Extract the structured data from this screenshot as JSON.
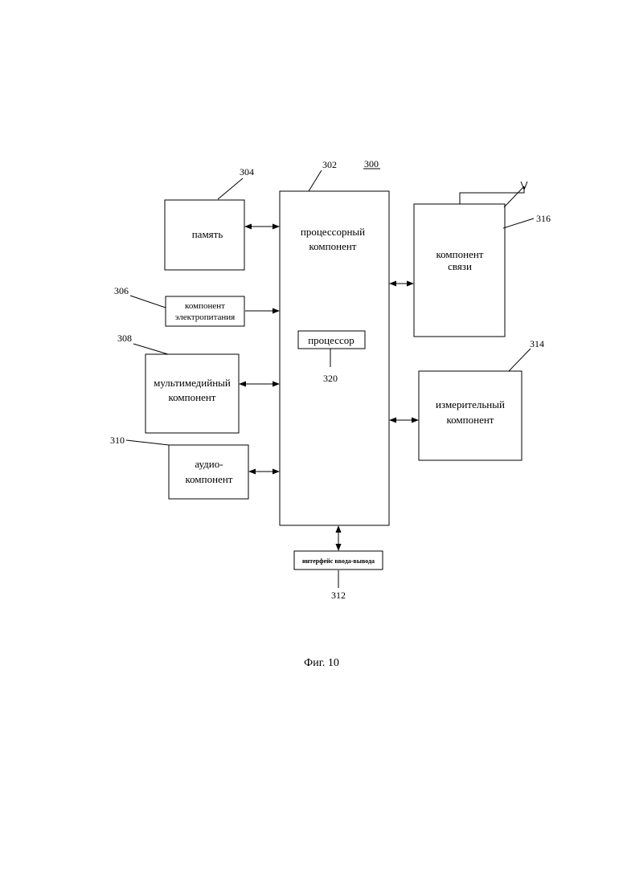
{
  "figure": {
    "ref_main": "300",
    "caption": "Фиг. 10"
  },
  "blocks": {
    "memory": {
      "label": "память",
      "ref": "304"
    },
    "processing": {
      "label_1": "процессорный",
      "label_2": "компонент",
      "ref": "302"
    },
    "processor": {
      "label": "процессор",
      "ref": "320"
    },
    "power": {
      "label_1": "компонент",
      "label_2": "электропитания",
      "ref": "306"
    },
    "multimedia": {
      "label_1": "мультимедийный",
      "label_2": "компонент",
      "ref": "308"
    },
    "audio": {
      "label_1": "аудио-",
      "label_2": "компонент",
      "ref": "310"
    },
    "communication": {
      "label_1": "компонент",
      "label_2": "связи",
      "ref": "316"
    },
    "sensor": {
      "label_1": "измерительный",
      "label_2": "компонент",
      "ref": "314"
    },
    "io": {
      "label": "интерфейс ввода-вывода",
      "ref": "312"
    }
  }
}
